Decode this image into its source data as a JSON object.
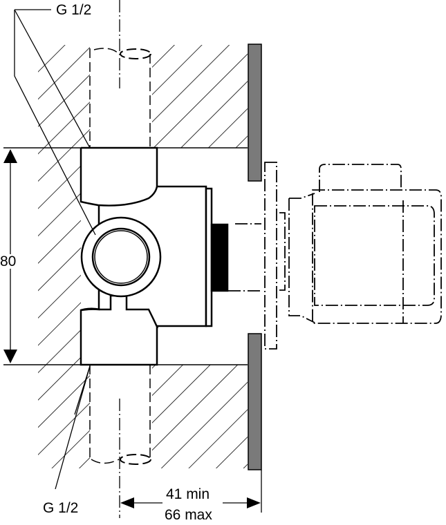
{
  "labels": {
    "thread_top": "G 1/2",
    "thread_bottom": "G 1/2",
    "height_dim": "80",
    "depth_min": "41 min",
    "depth_max": "66 max"
  },
  "colors": {
    "wall_plate": "#7a7a7a",
    "line": "#000000"
  }
}
